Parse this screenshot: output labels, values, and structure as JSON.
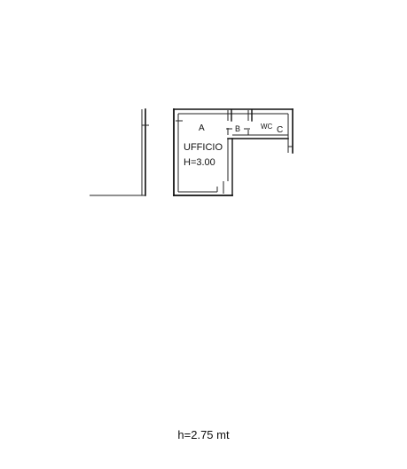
{
  "plan": {
    "room_title": "UFFICIO",
    "room_height": "H=3.00",
    "label_a": "A",
    "label_b": "B",
    "label_wc": "WC",
    "label_c": "C"
  },
  "footer": {
    "height_note": "h=2.75 mt"
  },
  "colors": {
    "line": "#111111",
    "background": "#ffffff"
  }
}
